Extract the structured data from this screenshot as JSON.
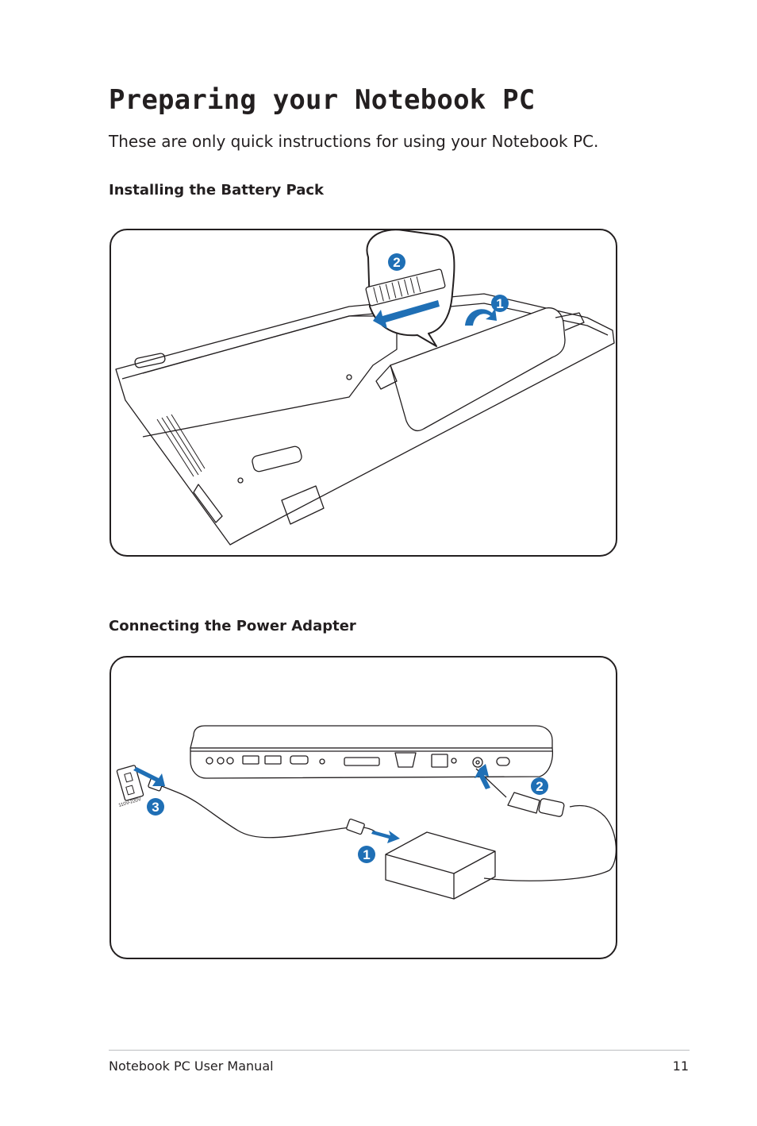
{
  "page": {
    "title": "Preparing your Notebook PC",
    "intro": "These are only quick instructions for using your Notebook PC."
  },
  "sections": [
    {
      "heading": "Installing the Battery Pack",
      "steps": [
        "1",
        "2"
      ]
    },
    {
      "heading": "Connecting the Power Adapter",
      "steps": [
        "1",
        "2",
        "3"
      ],
      "outlet_label": "110V-220V"
    }
  ],
  "footer": {
    "manual_name": "Notebook PC User Manual",
    "page_number": "11"
  },
  "colors": {
    "step_badge": "#1f6fb5",
    "arrow": "#1f6fb5",
    "line_art": "#231f20"
  }
}
